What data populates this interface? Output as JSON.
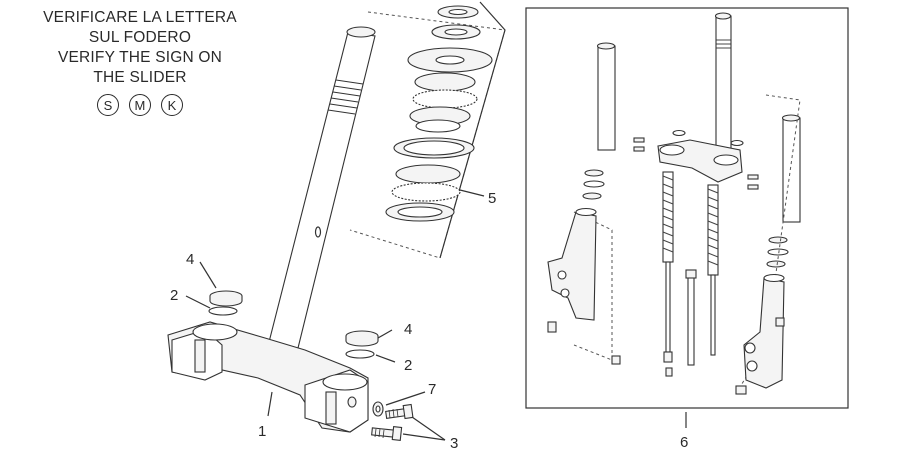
{
  "note": {
    "lines": [
      "VERIFICARE LA LETTERA",
      "SUL FODERO",
      "VERIFY THE SIGN ON",
      "THE SLIDER"
    ],
    "marks": [
      "S",
      "M",
      "K"
    ]
  },
  "callouts": {
    "c1": "1",
    "c2a": "2",
    "c2b": "2",
    "c3": "3",
    "c4a": "4",
    "c4b": "4",
    "c5": "5",
    "c6": "6",
    "c7": "7"
  }
}
